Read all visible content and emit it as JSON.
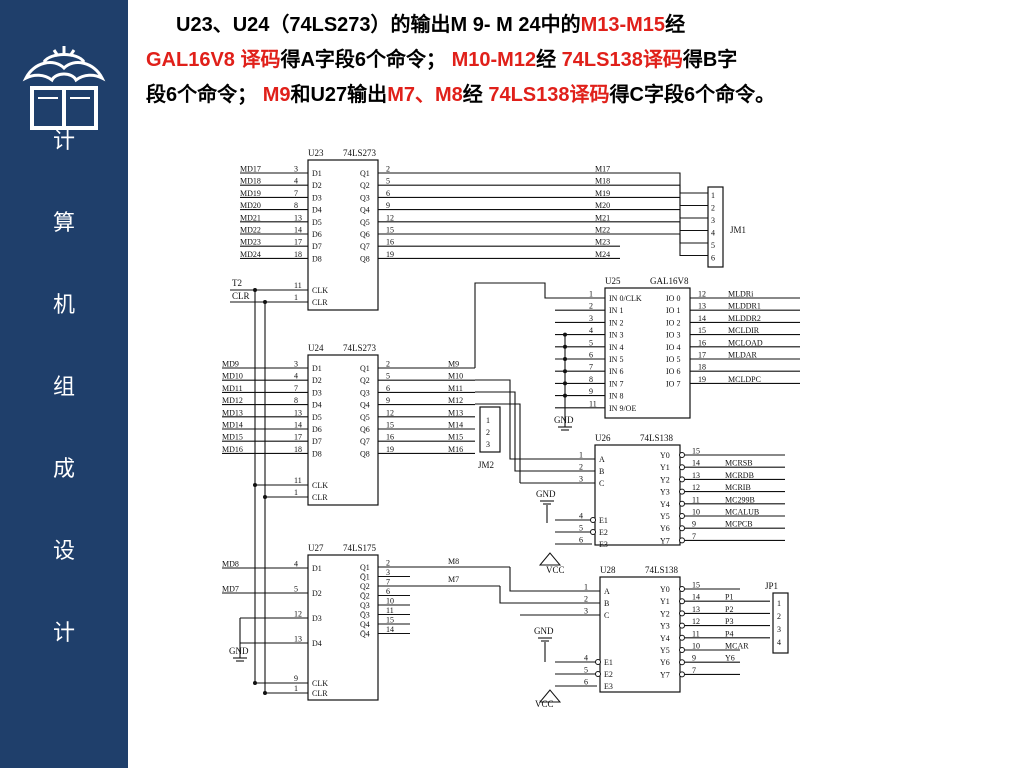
{
  "sidebar": {
    "logo_icon": "dragon-book-emblem-icon",
    "title_chars": [
      "计",
      "算",
      "机",
      "组",
      "成",
      "设",
      "计"
    ],
    "bg_color": "#1f3f6b"
  },
  "description": {
    "line1": {
      "a": "U23、U24（74LS273）的输出M 9- M 24中的",
      "b": "M13-M15",
      "c": "经"
    },
    "line2": {
      "a": "GAL16V8 译码",
      "b": "得A字段6个命令； ",
      "c": "M10-M12",
      "d": "经 ",
      "e": "74LS138译码",
      "f": "得B字"
    },
    "line3": {
      "a": "段6个命令； ",
      "b": "M9",
      "c": "和U27输出",
      "d": "M7、M8",
      "e": "经 ",
      "f": "74LS138译码",
      "g": "得C字段6个命令。"
    },
    "accent_color": "#e0201a"
  },
  "schematic": {
    "u23": {
      "ref": "U23",
      "part": "74LS273",
      "inputs": [
        "MD17",
        "MD18",
        "MD19",
        "MD20",
        "MD21",
        "MD22",
        "MD23",
        "MD24"
      ],
      "in_pins": [
        "3",
        "4",
        "7",
        "8",
        "13",
        "14",
        "17",
        "18"
      ],
      "in_names": [
        "D1",
        "D2",
        "D3",
        "D4",
        "D5",
        "D6",
        "D7",
        "D8"
      ],
      "out_names": [
        "Q1",
        "Q2",
        "Q3",
        "Q4",
        "Q5",
        "Q6",
        "Q7",
        "Q8"
      ],
      "out_pins": [
        "2",
        "5",
        "6",
        "9",
        "12",
        "15",
        "16",
        "19"
      ],
      "outputs": [
        "M17",
        "M18",
        "M19",
        "M20",
        "M21",
        "M22",
        "M23",
        "M24"
      ],
      "clk": "CLK",
      "clr": "CLR",
      "clk_pin": "11",
      "clr_pin": "1"
    },
    "t2": "T2",
    "clr_sig": "CLR",
    "jm1": {
      "ref": "JM1",
      "pins": [
        "1",
        "2",
        "3",
        "4",
        "5",
        "6"
      ]
    },
    "u24": {
      "ref": "U24",
      "part": "74LS273",
      "inputs": [
        "MD9",
        "MD10",
        "MD11",
        "MD12",
        "MD13",
        "MD14",
        "MD15",
        "MD16"
      ],
      "in_pins": [
        "3",
        "4",
        "7",
        "8",
        "13",
        "14",
        "17",
        "18"
      ],
      "in_names": [
        "D1",
        "D2",
        "D3",
        "D4",
        "D5",
        "D6",
        "D7",
        "D8"
      ],
      "out_names": [
        "Q1",
        "Q2",
        "Q3",
        "Q4",
        "Q5",
        "Q6",
        "Q7",
        "Q8"
      ],
      "out_pins": [
        "2",
        "5",
        "6",
        "9",
        "12",
        "15",
        "16",
        "19"
      ],
      "outputs": [
        "M9",
        "M10",
        "M11",
        "M12",
        "M13",
        "M14",
        "M15",
        "M16"
      ],
      "clk": "CLK",
      "clr": "CLR",
      "clk_pin": "11",
      "clr_pin": "1"
    },
    "jm2": {
      "ref": "JM2",
      "pins": [
        "1",
        "2",
        "3"
      ]
    },
    "u25": {
      "ref": "U25",
      "part": "GAL16V8",
      "in_pins": [
        "1",
        "2",
        "3",
        "4",
        "5",
        "6",
        "7",
        "8",
        "9",
        "11"
      ],
      "in_names": [
        "IN 0/CLK",
        "IN 1",
        "IN 2",
        "IN 3",
        "IN 4",
        "IN 5",
        "IN 6",
        "IN 7",
        "IN 8",
        "IN 9/OE"
      ],
      "out_names": [
        "IO 0",
        "IO 1",
        "IO 2",
        "IO 3",
        "IO 4",
        "IO 5",
        "IO 6",
        "IO 7"
      ],
      "out_pins": [
        "12",
        "13",
        "14",
        "15",
        "16",
        "17",
        "18",
        "19"
      ],
      "outputs": [
        "MLDRi",
        "MLDDR1",
        "MLDDR2",
        "MCLDIR",
        "MCLOAD",
        "MLDAR",
        "",
        "MCLDPC"
      ],
      "gnd": "GND"
    },
    "u26": {
      "ref": "U26",
      "part": "74LS138",
      "in_pins": [
        "1",
        "2",
        "3"
      ],
      "in_names": [
        "A",
        "B",
        "C"
      ],
      "en_pins": [
        "4",
        "5",
        "6"
      ],
      "en_names": [
        "E1",
        "E2",
        "E3"
      ],
      "out_names": [
        "Y0",
        "Y1",
        "Y2",
        "Y3",
        "Y4",
        "Y5",
        "Y6",
        "Y7"
      ],
      "out_pins": [
        "15",
        "14",
        "13",
        "12",
        "11",
        "10",
        "9",
        "7"
      ],
      "outputs": [
        "MCRSB",
        "MCRDB",
        "MCRIB",
        "MC299B",
        "MCALUB",
        "MCPCB"
      ],
      "gnd": "GND",
      "vcc": "VCC"
    },
    "u27": {
      "ref": "U27",
      "part": "74LS175",
      "inputs": [
        "MD8",
        "MD7"
      ],
      "in_pins": [
        "4",
        "5",
        "12",
        "13"
      ],
      "in_names": [
        "D1",
        "D2",
        "D3",
        "D4"
      ],
      "out_names": [
        "Q1",
        "Q̄1",
        "Q2",
        "Q̄2",
        "Q3",
        "Q̄3",
        "Q4",
        "Q̄4"
      ],
      "out_pins": [
        "2",
        "3",
        "7",
        "6",
        "10",
        "11",
        "15",
        "14"
      ],
      "outputs": [
        "M8",
        "M7"
      ],
      "clk": "CLK",
      "clr": "CLR",
      "clk_pin": "9",
      "clr_pin": "1",
      "gnd": "GND"
    },
    "u28": {
      "ref": "U28",
      "part": "74LS138",
      "in_pins": [
        "1",
        "2",
        "3"
      ],
      "in_names": [
        "A",
        "B",
        "C"
      ],
      "en_pins": [
        "4",
        "5",
        "6"
      ],
      "en_names": [
        "E1",
        "E2",
        "E3"
      ],
      "out_names": [
        "Y0",
        "Y1",
        "Y2",
        "Y3",
        "Y4",
        "Y5",
        "Y6",
        "Y7"
      ],
      "out_pins": [
        "15",
        "14",
        "13",
        "12",
        "11",
        "10",
        "9",
        "7"
      ],
      "outputs": [
        "",
        "P1",
        "P2",
        "P3",
        "P4",
        "MCAR",
        "Y6"
      ],
      "gnd": "GND",
      "vcc": "VCC"
    },
    "jp1": {
      "ref": "JP1",
      "pins": [
        "1",
        "2",
        "3",
        "4"
      ]
    }
  }
}
